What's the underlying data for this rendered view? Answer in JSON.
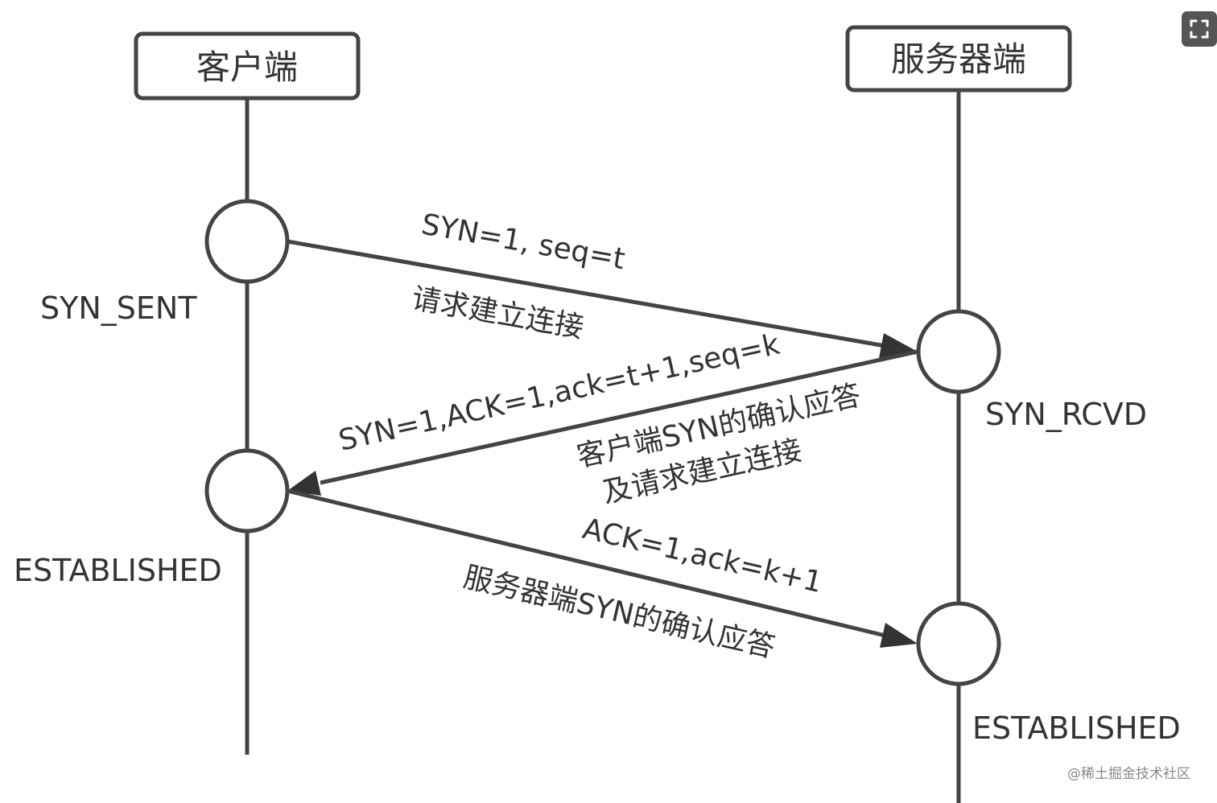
{
  "actors": {
    "client": "客户端",
    "server": "服务器端"
  },
  "states": {
    "client_syn_sent": "SYN_SENT",
    "client_established": "ESTABLISHED",
    "server_syn_rcvd": "SYN_RCVD",
    "server_established": "ESTABLISHED"
  },
  "messages": [
    {
      "label": "SYN=1, seq=t",
      "note": "请求建立连接"
    },
    {
      "label": "SYN=1,ACK=1,ack=t+1,seq=k",
      "note_line1": "客户端SYN的确认应答",
      "note_line2": "及请求建立连接"
    },
    {
      "label": "ACK=1,ack=k+1",
      "note": "服务器端SYN的确认应答"
    }
  ],
  "watermark": "@稀土掘金技术社区",
  "toolbar": {
    "expand_icon": "expand-icon"
  }
}
